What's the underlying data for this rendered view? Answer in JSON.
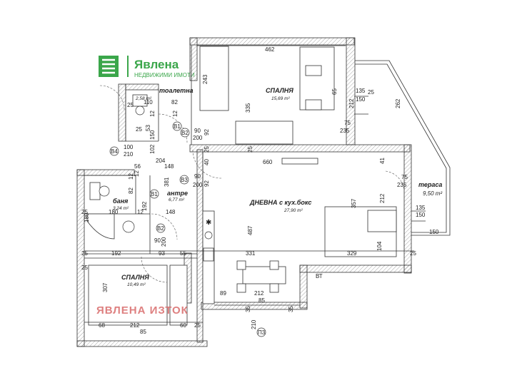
{
  "logo": {
    "name": "Явлена",
    "tagline": "НЕДВИЖИМИ ИМОТИ",
    "color": "#3aa64a"
  },
  "watermark": "ЯВЛЕНА ИЗТОК",
  "rooms": {
    "bedroom_top": {
      "name": "СПАЛНЯ",
      "area": "15,69 m²"
    },
    "toilet": {
      "name": "тоалетна",
      "area": "2,58 m²"
    },
    "living": {
      "name": "ДНЕВНА с кух.бокс",
      "area": "27,90 m²"
    },
    "terrace": {
      "name": "тераса",
      "area": "9,50 m²"
    },
    "hall": {
      "name": "антре",
      "area": "6,77 m²"
    },
    "bath": {
      "name": "баня",
      "area": "3,24 m²"
    },
    "bedroom_bottom": {
      "name": "СПАЛНЯ",
      "area": "10,49 m²"
    }
  },
  "door_tags": [
    "B1",
    "B2",
    "B1",
    "B3",
    "B2",
    "B4",
    "П3"
  ],
  "labels": {
    "pbt": "ВТ",
    "stove": "✱"
  },
  "dimensions": {
    "d462": "462",
    "d243": "243",
    "d335": "335",
    "d135a": "135",
    "d150a": "150",
    "d212a": "212",
    "d262": "262",
    "d75a": "75",
    "d235a": "235",
    "d65a": "65",
    "d25a": "25",
    "d110": "110",
    "d82a": "82",
    "d12a": "12",
    "d12b": "12",
    "d150b": "150",
    "d25b": "25",
    "d90a": "90",
    "d200a": "200",
    "d92a": "92",
    "d53": "53",
    "d25c": "25",
    "d102": "102",
    "d100": "100",
    "d210": "210",
    "d204": "204",
    "d56": "56",
    "d148a": "148",
    "d12c": "12",
    "d40": "40",
    "d25d": "25",
    "d25e": "25",
    "d660": "660",
    "d41": "41",
    "d75b": "75",
    "d235b": "235",
    "d381": "381",
    "d90b": "90",
    "d200b": "200",
    "d92b": "92",
    "d82b": "82",
    "d12d": "12",
    "d192a": "192",
    "d357": "357",
    "d212b": "212",
    "d135b": "135",
    "d150c": "150",
    "d150d": "150",
    "d487": "487",
    "d25f": "25",
    "d180a": "180",
    "d180b": "180",
    "d12e": "12",
    "d148b": "148",
    "d90c": "90",
    "d200c": "200",
    "d192b": "192",
    "d93": "93",
    "d55": "55",
    "d25g": "25",
    "d331": "331",
    "d329": "329",
    "d104": "104",
    "d25h": "25",
    "d25i": "25",
    "d307": "307",
    "d89": "89",
    "d212c": "212",
    "d85a": "85",
    "d35a": "35",
    "d35b": "35",
    "d68": "68",
    "d212d": "212",
    "d60": "60",
    "d25j": "25",
    "d85b": "85",
    "d210b": "210"
  }
}
